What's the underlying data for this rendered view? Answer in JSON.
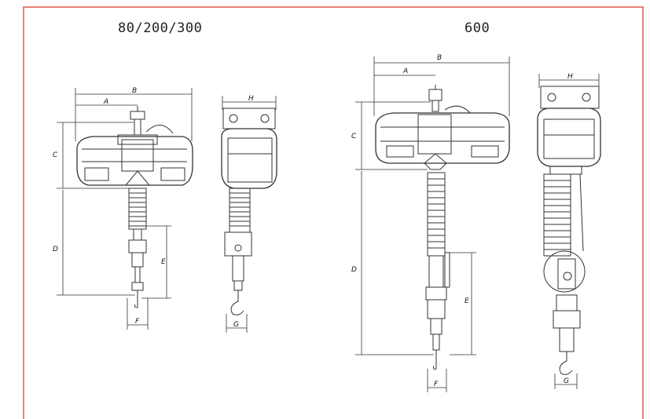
{
  "titles": {
    "left": "80/200/300",
    "right": "600"
  },
  "labels": {
    "A": "A",
    "B": "B",
    "C": "C",
    "D": "D",
    "E": "E",
    "F": "F",
    "G": "G",
    "H": "H"
  },
  "colors": {
    "border": "#e0584c",
    "line": "#333333"
  }
}
